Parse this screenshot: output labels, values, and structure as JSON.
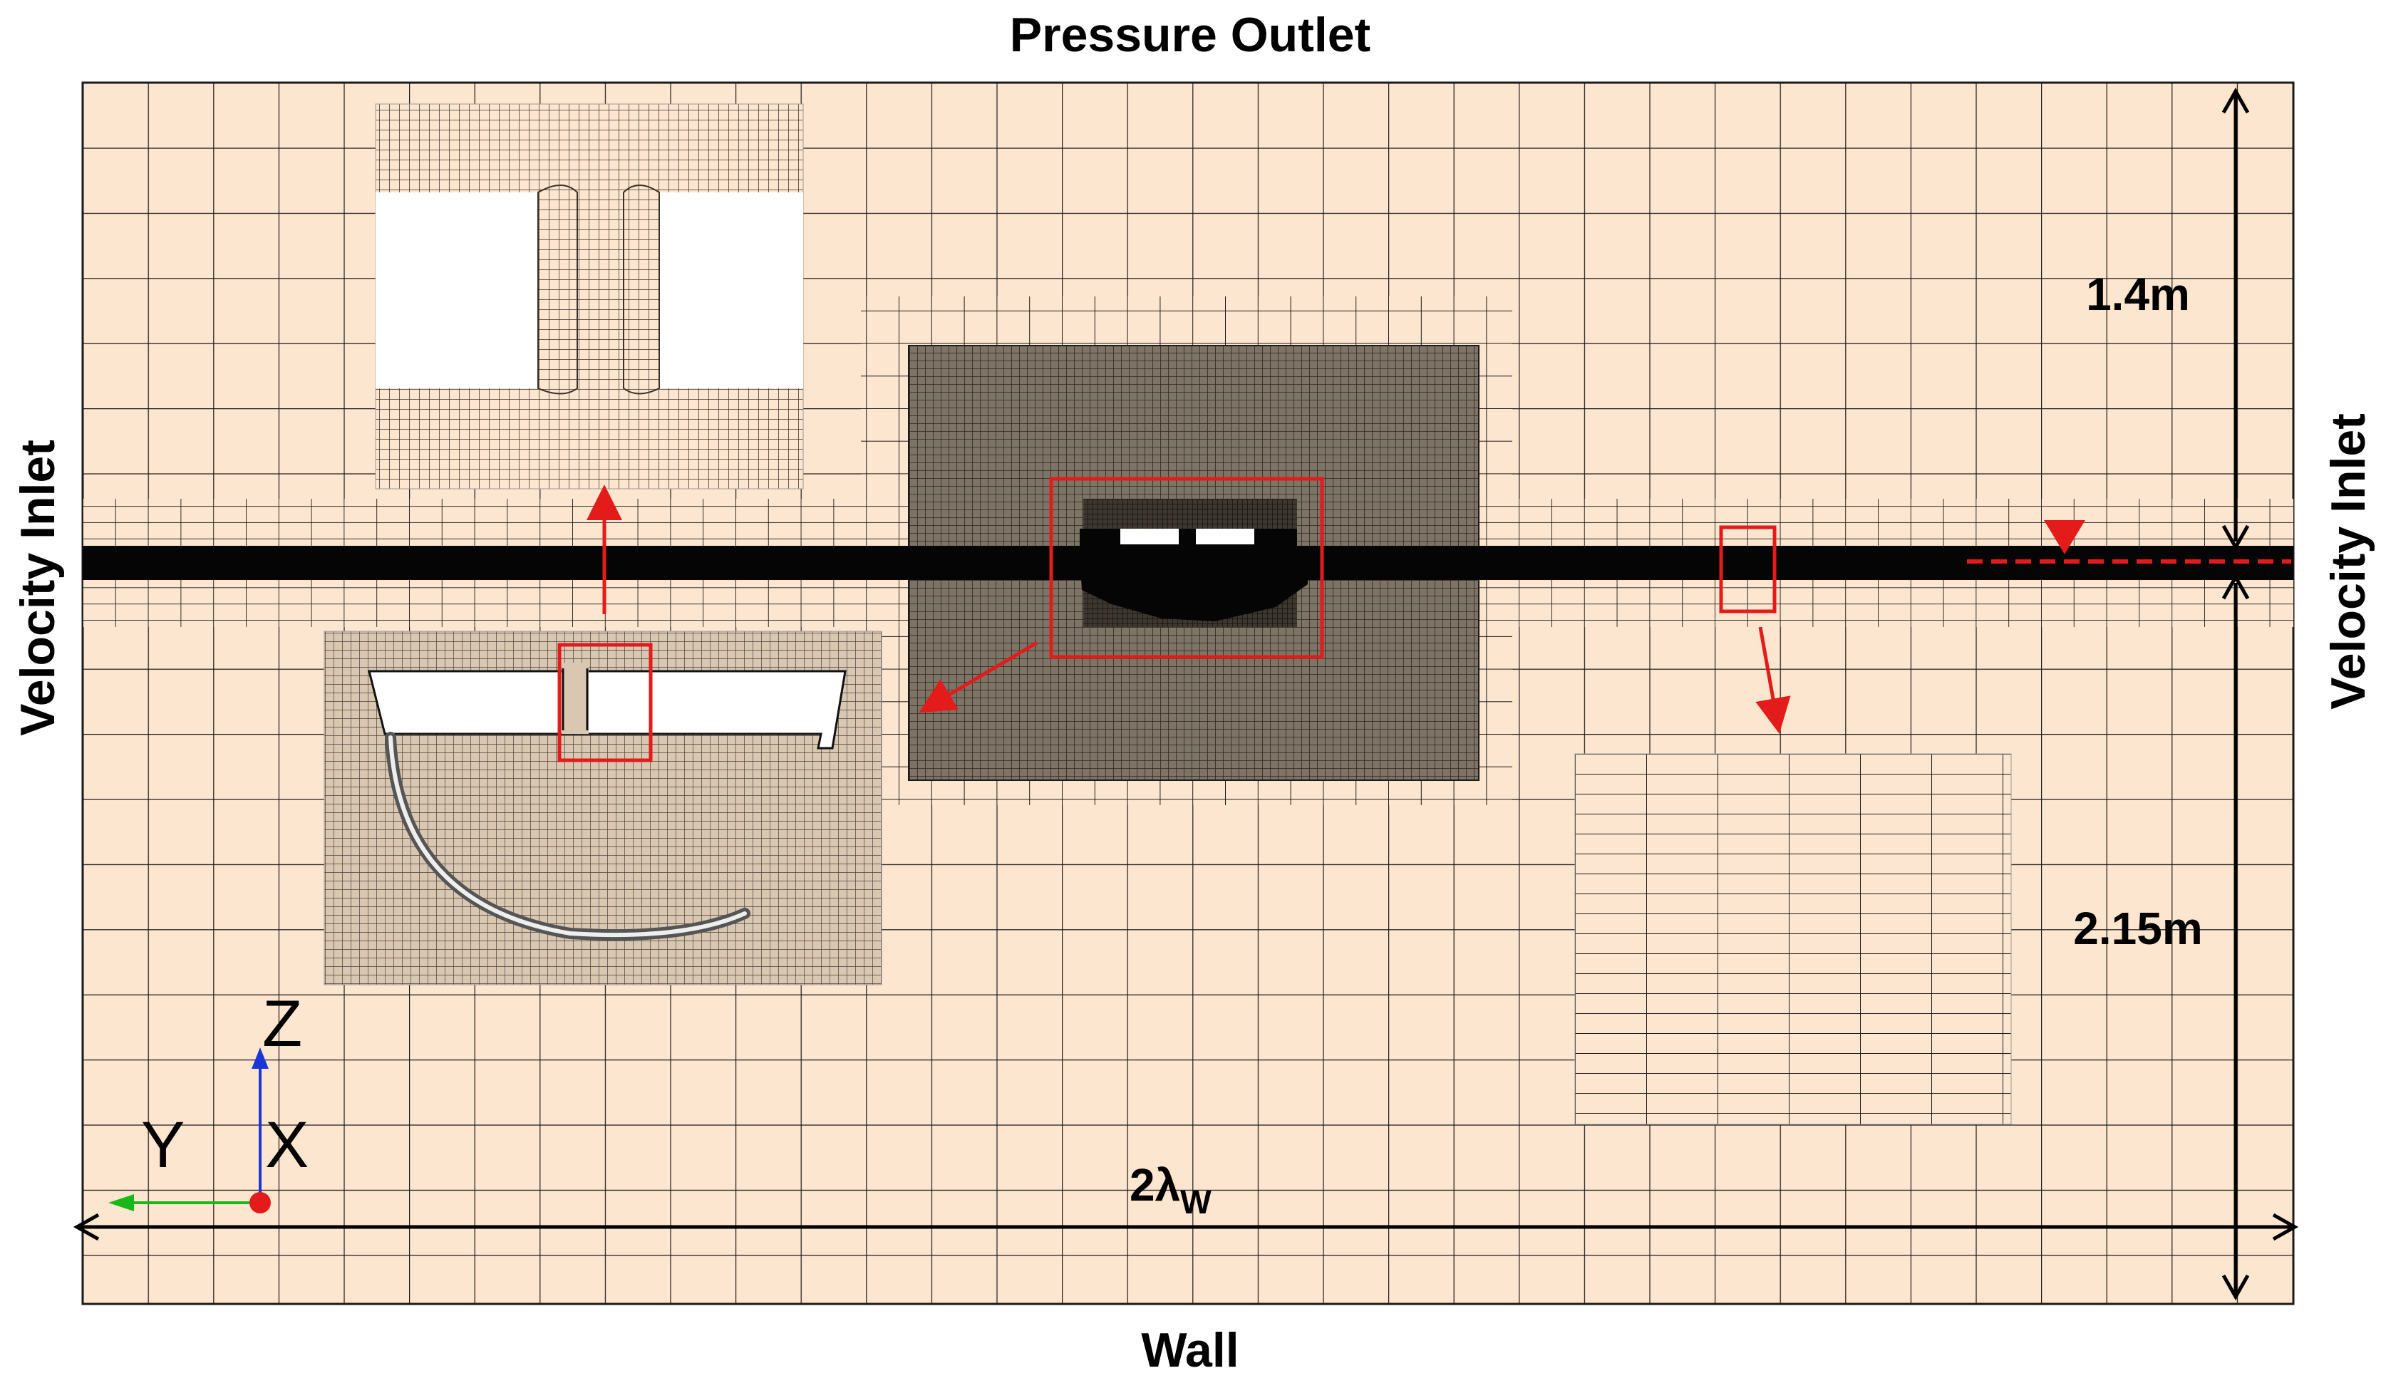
{
  "boundaries": {
    "top": "Pressure Outlet",
    "bottom": "Wall",
    "left": "Velocity Inlet",
    "right": "Velocity Inlet"
  },
  "dimensions": {
    "height_upper": "1.4m",
    "height_lower": "2.15m",
    "length_main": "2λ",
    "length_sub": "W"
  },
  "axes": {
    "z": "Z",
    "y": "Y",
    "x": "X"
  },
  "colors": {
    "background_mesh": "#fde6cf",
    "mesh_line": "#1a1a1a",
    "dense_mesh": "#5a5246",
    "highlight": "#e31b1b",
    "axis_z": "#1a36d6",
    "axis_y": "#18b818",
    "axis_x": "#e31b1b"
  }
}
